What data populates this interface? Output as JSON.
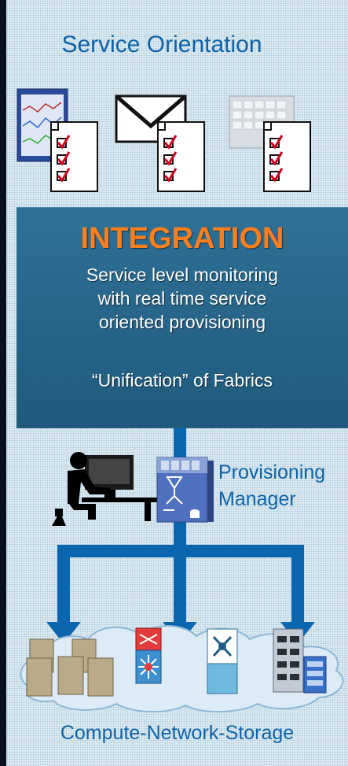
{
  "header": {
    "title": "Service Orientation"
  },
  "integration": {
    "heading": "INTEGRATION",
    "line1": "Service level monitoring",
    "line2": "with real time service",
    "line3": "oriented provisioning",
    "line4": "“Unification” of Fabrics"
  },
  "provisioning": {
    "line1": "Provisioning",
    "line2": "Manager"
  },
  "footer": {
    "label": "Compute-Network-Storage"
  },
  "icons": [
    "chart-document-icon",
    "envelope-icon",
    "calendar-icon",
    "checklist-icon",
    "operator-icon",
    "provisioning-manager-icon",
    "server-stack-icon",
    "network-switch-icon",
    "fabric-switch-icon",
    "storage-array-icon"
  ],
  "colors": {
    "accent": "#ff7f1f",
    "primary_text": "#0d62a8",
    "box": "#25638a",
    "arrows": "#0b66b0"
  }
}
